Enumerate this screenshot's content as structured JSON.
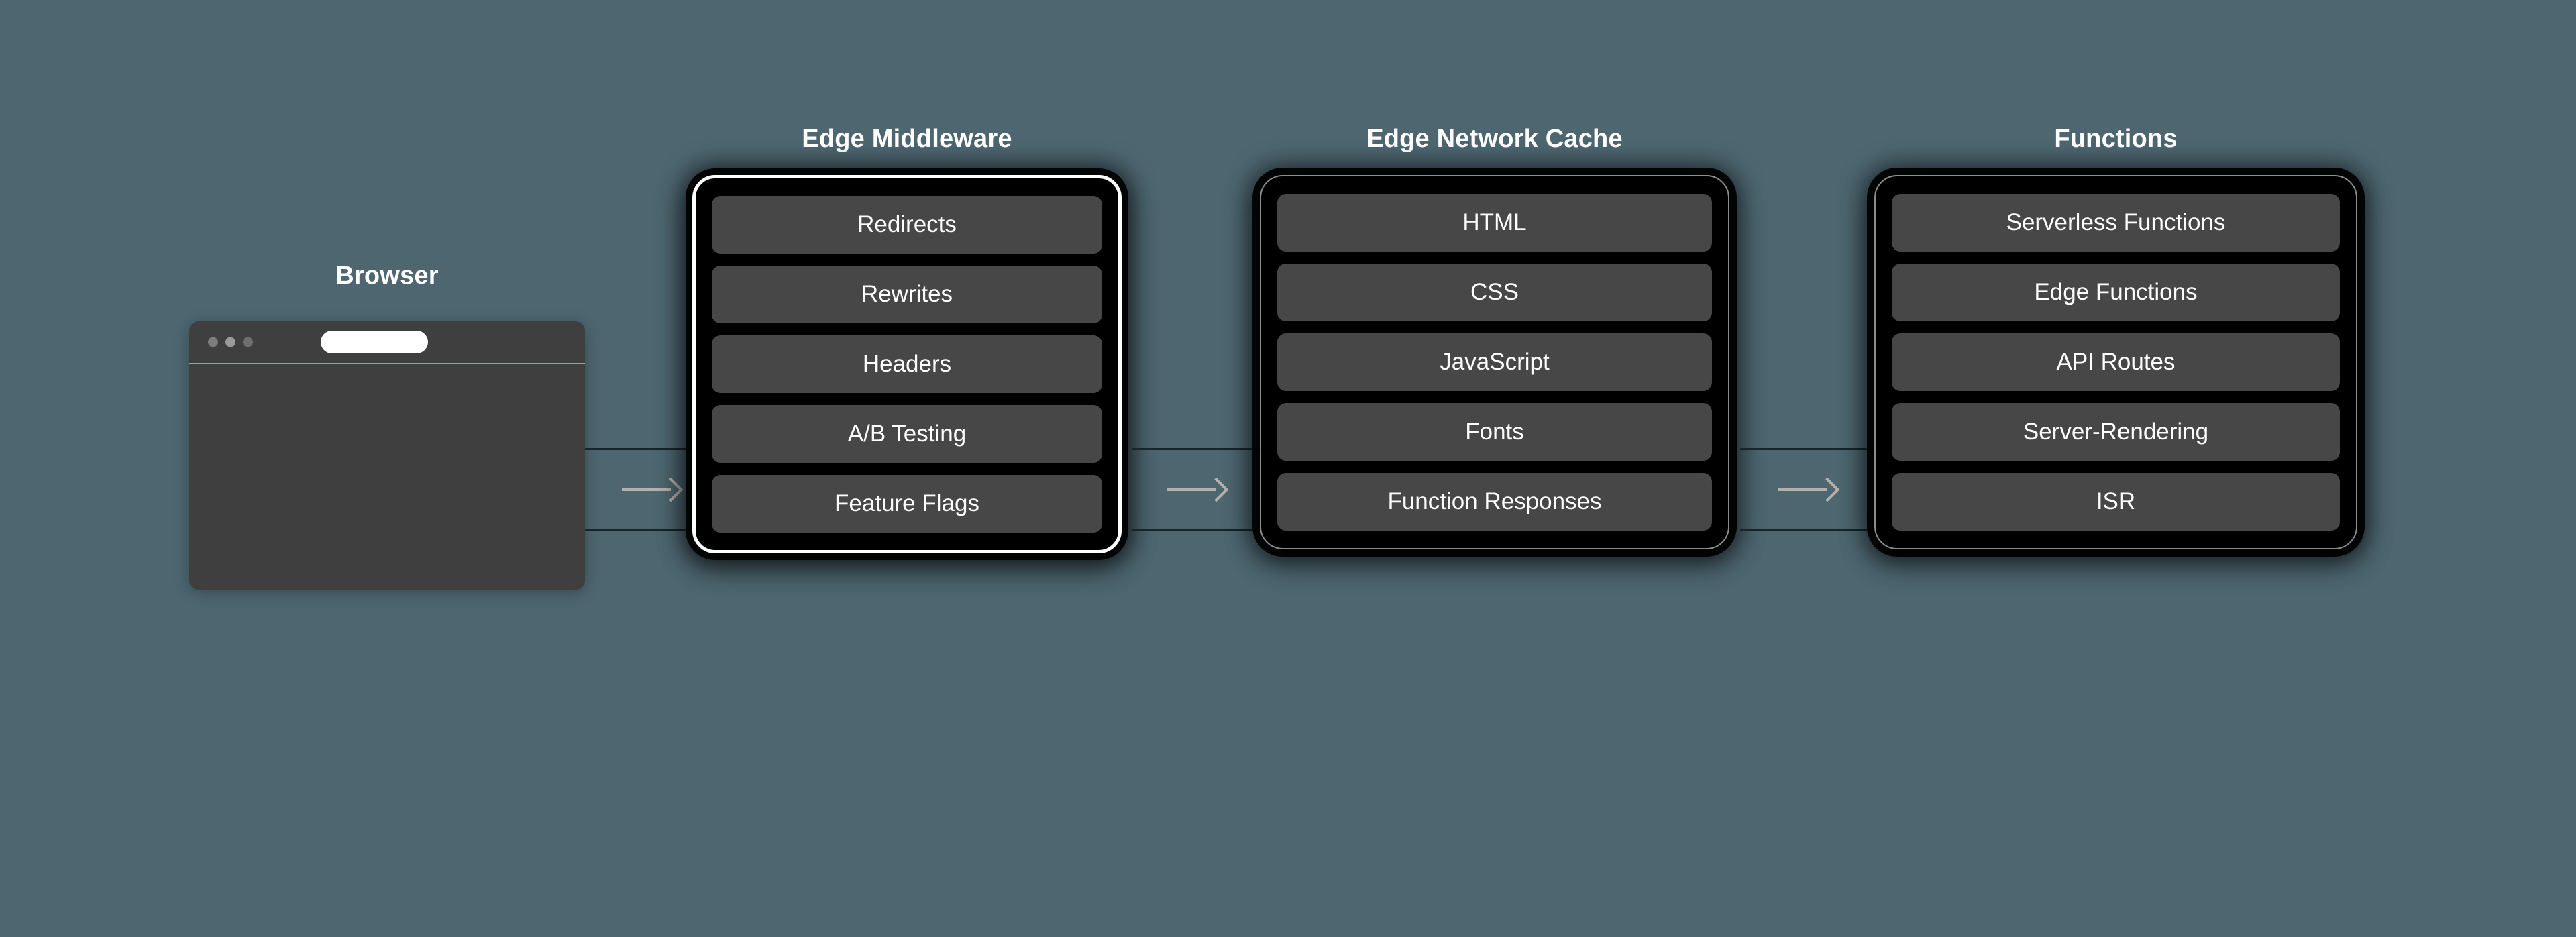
{
  "background_color": "#4d6670",
  "accent_highlight_color": "#ffffff",
  "chip_color": "#474747",
  "arrow_color": "#b5b0ac",
  "nodes": {
    "browser": {
      "title": "Browser",
      "window": {
        "dots": [
          "dot-red",
          "dot-yellow",
          "dot-green"
        ],
        "url_value": ""
      }
    },
    "edge_middleware": {
      "title": "Edge Middleware",
      "highlighted": true,
      "items": [
        "Redirects",
        "Rewrites",
        "Headers",
        "A/B Testing",
        "Feature Flags"
      ]
    },
    "edge_network_cache": {
      "title": "Edge Network Cache",
      "highlighted": false,
      "items": [
        "HTML",
        "CSS",
        "JavaScript",
        "Fonts",
        "Function Responses"
      ]
    },
    "functions": {
      "title": "Functions",
      "highlighted": false,
      "items": [
        "Serverless Functions",
        "Edge Functions",
        "API Routes",
        "Server-Rendering",
        "ISR"
      ]
    }
  },
  "connectors": [
    {
      "from": "browser",
      "to": "edge_middleware",
      "icon": "arrow-right-icon"
    },
    {
      "from": "edge_middleware",
      "to": "edge_network_cache",
      "icon": "arrow-right-icon"
    },
    {
      "from": "edge_network_cache",
      "to": "functions",
      "icon": "arrow-right-icon"
    }
  ]
}
